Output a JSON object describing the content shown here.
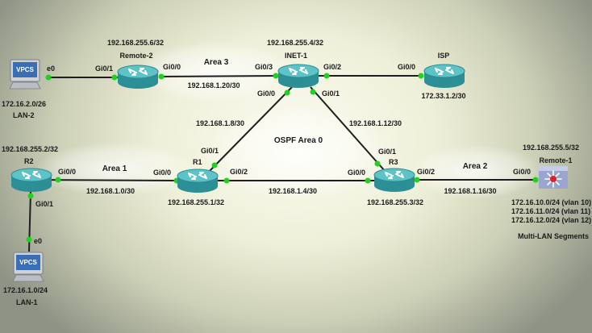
{
  "devices": {
    "remote2": {
      "name": "Remote-2",
      "loopback": "192.168.255.6/32"
    },
    "inet1": {
      "name": "INET-1",
      "loopback": "192.168.255.4/32"
    },
    "isp": {
      "name": "ISP",
      "subnet": "172.33.1.2/30"
    },
    "r2": {
      "name": "R2",
      "loopback": "192.168.255.2/32"
    },
    "r1": {
      "name": "R1",
      "loopback": "192.168.255.1/32"
    },
    "r3": {
      "name": "R3",
      "loopback": "192.168.255.3/32"
    },
    "remote1": {
      "name": "Remote-1",
      "loopback": "192.168.255.5/32",
      "vlans": [
        "172.16.10.0/24 (vlan 10)",
        "172.16.11.0/24 (vlan 11)",
        "172.16.12.0/24 (vlan 12)"
      ],
      "caption": "Multi-LAN Segments"
    },
    "vpcs_lan2": {
      "icon_text": "VPCS",
      "subnet": "172.16.2.0/26",
      "name": "LAN-2"
    },
    "vpcs_lan1": {
      "icon_text": "VPCS",
      "subnet": "172.16.1.0/24",
      "name": "LAN-1"
    }
  },
  "interfaces": {
    "lan2_e0": "e0",
    "remote2_gi01": "Gi0/1",
    "remote2_gi00": "Gi0/0",
    "inet1_gi03": "Gi0/3",
    "inet1_gi02": "Gi0/2",
    "inet1_gi00": "Gi0/0",
    "inet1_gi01": "Gi0/1",
    "isp_gi00": "Gi0/0",
    "r2_gi00": "Gi0/0",
    "r2_gi01": "Gi0/1",
    "lan1_e0": "e0",
    "r1_gi00": "Gi0/0",
    "r1_gi01": "Gi0/1",
    "r1_gi02": "Gi0/2",
    "r3_gi00": "Gi0/0",
    "r3_gi01": "Gi0/1",
    "r3_gi02": "Gi0/2",
    "remote1_gi00": "Gi0/0"
  },
  "links": {
    "remote2_inet1": "192.168.1.20/30",
    "inet1_r1": "192.168.1.8/30",
    "inet1_r3": "192.168.1.12/30",
    "r2_r1": "192.168.1.0/30",
    "r1_r3": "192.168.1.4/30",
    "r3_remote1": "192.168.1.16/30"
  },
  "areas": {
    "area0": "OSPF Area 0",
    "area1": "Area 1",
    "area2": "Area 2",
    "area3": "Area 3"
  },
  "colors": {
    "link": "#1e1e1e",
    "port_dot": "#1ed21e",
    "router_body": "#2b8f95",
    "router_top": "#5ec3c7",
    "router_arrow": "#ffffff",
    "pc_screen": "#3a6fb6",
    "switch_body": "#9aa6cf",
    "switch_core": "#e02020",
    "area_fill": "#ffffff"
  }
}
